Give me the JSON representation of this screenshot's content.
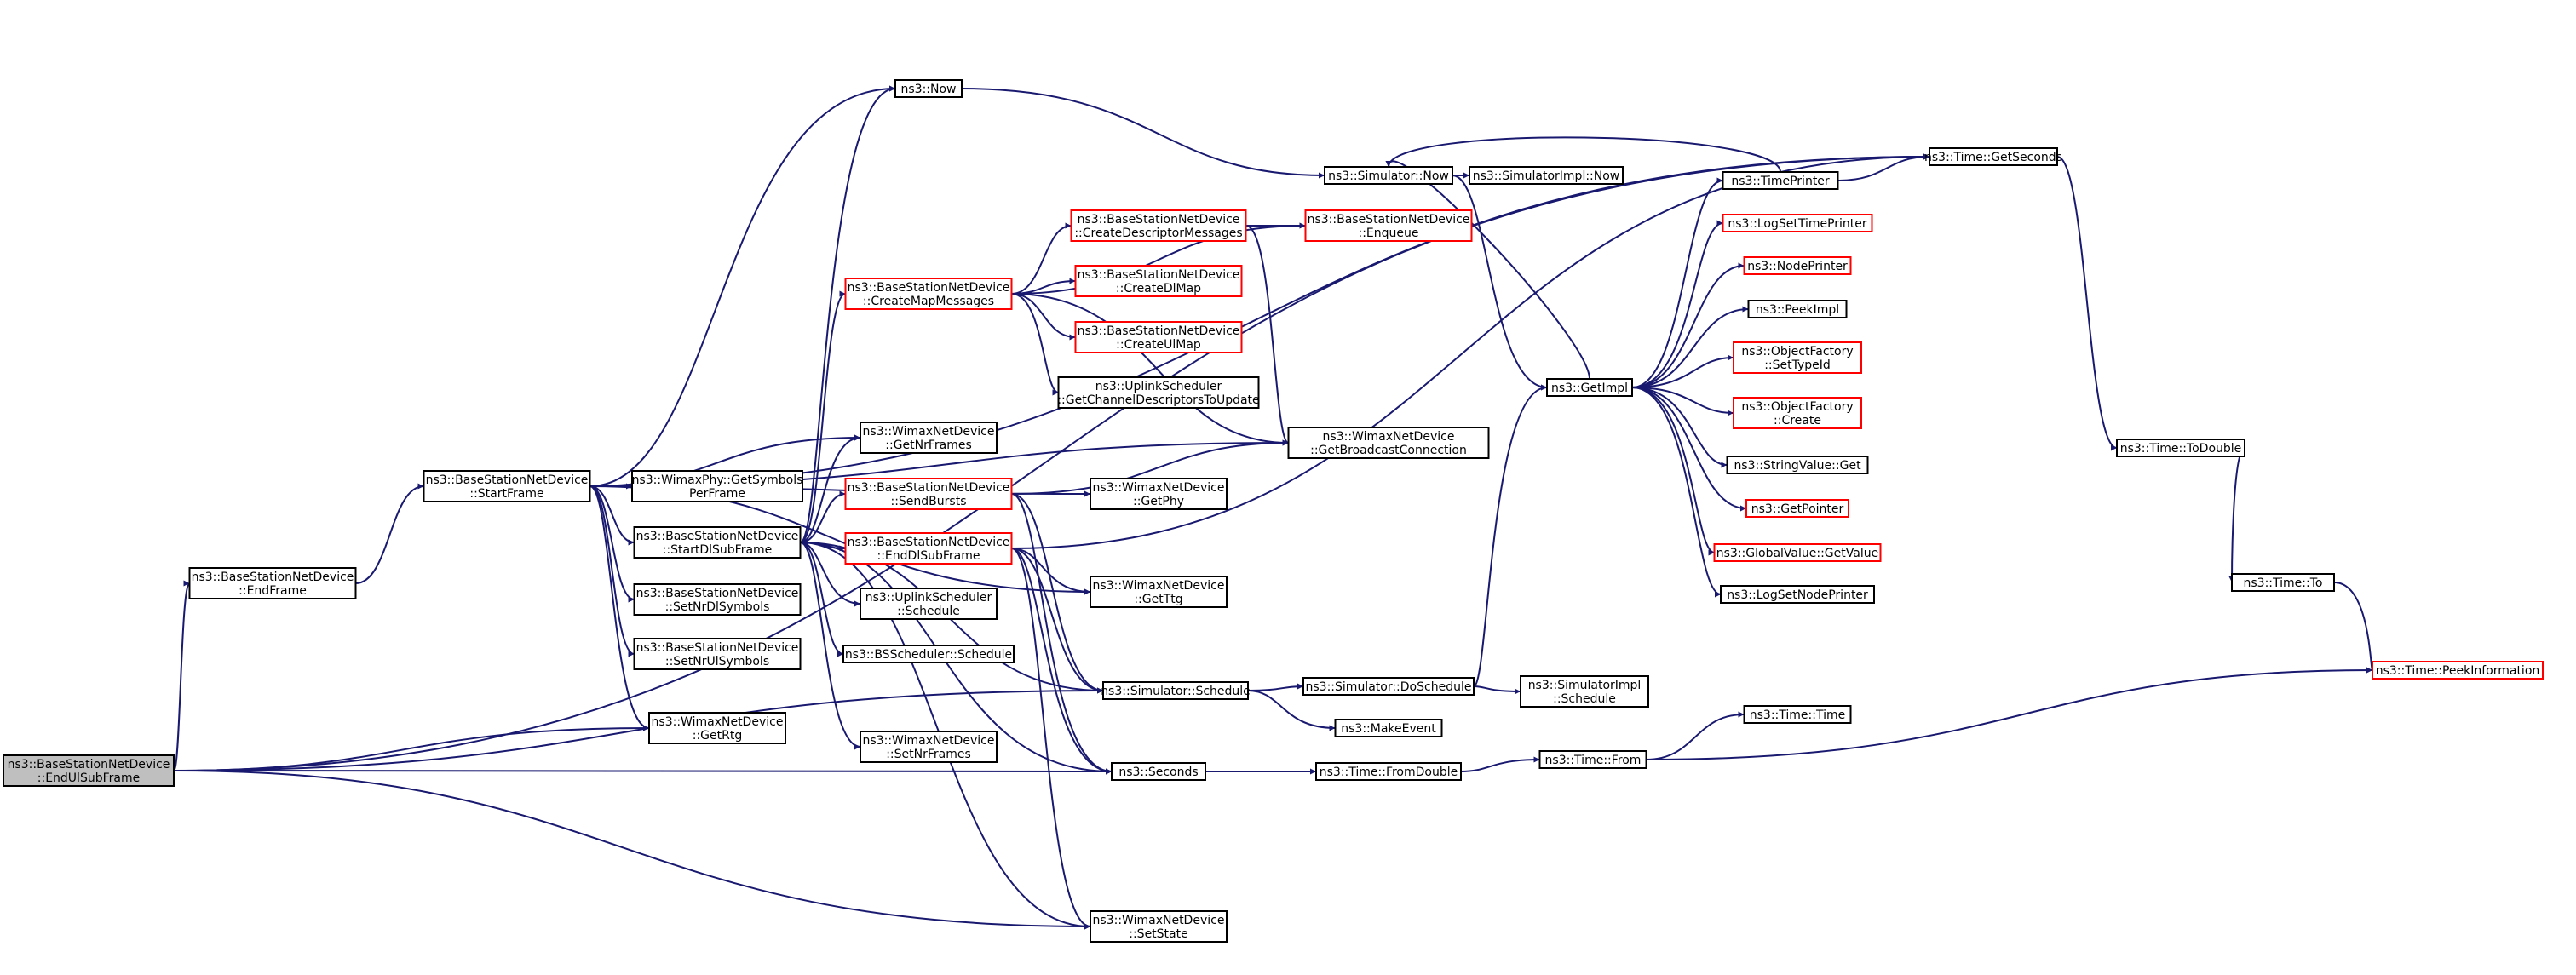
{
  "colors": {
    "edge": "#191970",
    "border_normal": "#000000",
    "border_truncated": "#ff0000",
    "fill_normal": "#ffffff",
    "fill_root": "#bfbfbf"
  },
  "nodes": [
    {
      "id": "endul",
      "lines": [
        "ns3::BaseStationNetDevice",
        "::EndUlSubFrame"
      ],
      "style": "root"
    },
    {
      "id": "endframe",
      "lines": [
        "ns3::BaseStationNetDevice",
        "::EndFrame"
      ],
      "style": "normal"
    },
    {
      "id": "startframe",
      "lines": [
        "ns3::BaseStationNetDevice",
        "::StartFrame"
      ],
      "style": "normal"
    },
    {
      "id": "getsymbols",
      "lines": [
        "ns3::WimaxPhy::GetSymbols",
        "PerFrame"
      ],
      "style": "normal"
    },
    {
      "id": "startdl",
      "lines": [
        "ns3::BaseStationNetDevice",
        "::StartDlSubFrame"
      ],
      "style": "normal"
    },
    {
      "id": "setnrdl",
      "lines": [
        "ns3::BaseStationNetDevice",
        "::SetNrDlSymbols"
      ],
      "style": "normal"
    },
    {
      "id": "setnrul",
      "lines": [
        "ns3::BaseStationNetDevice",
        "::SetNrUlSymbols"
      ],
      "style": "normal"
    },
    {
      "id": "getrtg",
      "lines": [
        "ns3::WimaxNetDevice",
        "::GetRtg"
      ],
      "style": "normal"
    },
    {
      "id": "now",
      "lines": [
        "ns3::Now"
      ],
      "style": "normal"
    },
    {
      "id": "createmap",
      "lines": [
        "ns3::BaseStationNetDevice",
        "::CreateMapMessages"
      ],
      "style": "truncated"
    },
    {
      "id": "getnrframes",
      "lines": [
        "ns3::WimaxNetDevice",
        "::GetNrFrames"
      ],
      "style": "normal"
    },
    {
      "id": "sendbursts",
      "lines": [
        "ns3::BaseStationNetDevice",
        "::SendBursts"
      ],
      "style": "truncated"
    },
    {
      "id": "enddl",
      "lines": [
        "ns3::BaseStationNetDevice",
        "::EndDlSubFrame"
      ],
      "style": "truncated"
    },
    {
      "id": "ulschedule",
      "lines": [
        "ns3::UplinkScheduler",
        "::Schedule"
      ],
      "style": "normal"
    },
    {
      "id": "bsschedule",
      "lines": [
        "ns3::BSScheduler::Schedule"
      ],
      "style": "normal"
    },
    {
      "id": "setnrframes",
      "lines": [
        "ns3::WimaxNetDevice",
        "::SetNrFrames"
      ],
      "style": "normal"
    },
    {
      "id": "createdesc",
      "lines": [
        "ns3::BaseStationNetDevice",
        "::CreateDescriptorMessages"
      ],
      "style": "truncated"
    },
    {
      "id": "createdl",
      "lines": [
        "ns3::BaseStationNetDevice",
        "::CreateDlMap"
      ],
      "style": "truncated"
    },
    {
      "id": "createul",
      "lines": [
        "ns3::BaseStationNetDevice",
        "::CreateUlMap"
      ],
      "style": "truncated"
    },
    {
      "id": "getchdesc",
      "lines": [
        "ns3::UplinkScheduler",
        "::GetChannelDescriptorsToUpdate"
      ],
      "style": "normal"
    },
    {
      "id": "getphy",
      "lines": [
        "ns3::WimaxNetDevice",
        "::GetPhy"
      ],
      "style": "normal"
    },
    {
      "id": "getttg",
      "lines": [
        "ns3::WimaxNetDevice",
        "::GetTtg"
      ],
      "style": "normal"
    },
    {
      "id": "simschedule",
      "lines": [
        "ns3::Simulator::Schedule"
      ],
      "style": "normal"
    },
    {
      "id": "seconds",
      "lines": [
        "ns3::Seconds"
      ],
      "style": "normal"
    },
    {
      "id": "setstate",
      "lines": [
        "ns3::WimaxNetDevice",
        "::SetState"
      ],
      "style": "normal"
    },
    {
      "id": "simnow",
      "lines": [
        "ns3::Simulator::Now"
      ],
      "style": "normal"
    },
    {
      "id": "enqueue",
      "lines": [
        "ns3::BaseStationNetDevice",
        "::Enqueue"
      ],
      "style": "truncated"
    },
    {
      "id": "getbcast",
      "lines": [
        "ns3::WimaxNetDevice",
        "::GetBroadcastConnection"
      ],
      "style": "normal"
    },
    {
      "id": "doschedule",
      "lines": [
        "ns3::Simulator::DoSchedule"
      ],
      "style": "normal"
    },
    {
      "id": "makeevent",
      "lines": [
        "ns3::MakeEvent"
      ],
      "style": "normal"
    },
    {
      "id": "fromdouble",
      "lines": [
        "ns3::Time::FromDouble"
      ],
      "style": "normal"
    },
    {
      "id": "simimplnow",
      "lines": [
        "ns3::SimulatorImpl::Now"
      ],
      "style": "normal"
    },
    {
      "id": "simimplsched",
      "lines": [
        "ns3::SimulatorImpl",
        "::Schedule"
      ],
      "style": "normal"
    },
    {
      "id": "getimpl",
      "lines": [
        "ns3::GetImpl"
      ],
      "style": "normal"
    },
    {
      "id": "timeprinter",
      "lines": [
        "ns3::TimePrinter"
      ],
      "style": "normal"
    },
    {
      "id": "logsettime",
      "lines": [
        "ns3::LogSetTimePrinter"
      ],
      "style": "truncated"
    },
    {
      "id": "nodeprinter",
      "lines": [
        "ns3::NodePrinter"
      ],
      "style": "truncated"
    },
    {
      "id": "peekimpl",
      "lines": [
        "ns3::PeekImpl"
      ],
      "style": "normal"
    },
    {
      "id": "ofsettypeid",
      "lines": [
        "ns3::ObjectFactory",
        "::SetTypeId"
      ],
      "style": "truncated"
    },
    {
      "id": "ofcreate",
      "lines": [
        "ns3::ObjectFactory",
        "::Create"
      ],
      "style": "truncated"
    },
    {
      "id": "stringget",
      "lines": [
        "ns3::StringValue::Get"
      ],
      "style": "normal"
    },
    {
      "id": "getpointer",
      "lines": [
        "ns3::GetPointer"
      ],
      "style": "truncated"
    },
    {
      "id": "globalget",
      "lines": [
        "ns3::GlobalValue::GetValue"
      ],
      "style": "truncated"
    },
    {
      "id": "logsetnode",
      "lines": [
        "ns3::LogSetNodePrinter"
      ],
      "style": "normal"
    },
    {
      "id": "timefrom",
      "lines": [
        "ns3::Time::From"
      ],
      "style": "normal"
    },
    {
      "id": "timetime",
      "lines": [
        "ns3::Time::Time"
      ],
      "style": "normal"
    },
    {
      "id": "getseconds",
      "lines": [
        "ns3::Time::GetSeconds"
      ],
      "style": "normal"
    },
    {
      "id": "todouble",
      "lines": [
        "ns3::Time::ToDouble"
      ],
      "style": "normal"
    },
    {
      "id": "timeto",
      "lines": [
        "ns3::Time::To"
      ],
      "style": "normal"
    },
    {
      "id": "peekinfo",
      "lines": [
        "ns3::Time::PeekInformation"
      ],
      "style": "truncated"
    }
  ],
  "edges": [
    [
      "endul",
      "endframe"
    ],
    [
      "endul",
      "getrtg"
    ],
    [
      "endul",
      "simschedule"
    ],
    [
      "endul",
      "seconds"
    ],
    [
      "endul",
      "setstate"
    ],
    [
      "endul",
      "getseconds"
    ],
    [
      "endframe",
      "startframe"
    ],
    [
      "startframe",
      "getsymbols"
    ],
    [
      "startframe",
      "startdl"
    ],
    [
      "startframe",
      "setnrdl"
    ],
    [
      "startframe",
      "setnrul"
    ],
    [
      "startframe",
      "getrtg"
    ],
    [
      "startframe",
      "now"
    ],
    [
      "startframe",
      "getnrframes"
    ],
    [
      "startframe",
      "getphy"
    ],
    [
      "startframe",
      "getttg"
    ],
    [
      "startframe",
      "getbcast"
    ],
    [
      "startframe",
      "getseconds"
    ],
    [
      "startdl",
      "now"
    ],
    [
      "startdl",
      "createmap"
    ],
    [
      "startdl",
      "getnrframes"
    ],
    [
      "startdl",
      "sendbursts"
    ],
    [
      "startdl",
      "enddl"
    ],
    [
      "startdl",
      "ulschedule"
    ],
    [
      "startdl",
      "bsschedule"
    ],
    [
      "startdl",
      "setnrframes"
    ],
    [
      "startdl",
      "simschedule"
    ],
    [
      "startdl",
      "seconds"
    ],
    [
      "startdl",
      "setstate"
    ],
    [
      "createmap",
      "createdesc"
    ],
    [
      "createmap",
      "createdl"
    ],
    [
      "createmap",
      "createul"
    ],
    [
      "createmap",
      "getchdesc"
    ],
    [
      "createmap",
      "enqueue"
    ],
    [
      "createmap",
      "getbcast"
    ],
    [
      "createdesc",
      "enqueue"
    ],
    [
      "createdesc",
      "getbcast"
    ],
    [
      "sendbursts",
      "getbcast"
    ],
    [
      "sendbursts",
      "simschedule"
    ],
    [
      "sendbursts",
      "seconds"
    ],
    [
      "enddl",
      "getttg"
    ],
    [
      "enddl",
      "simschedule"
    ],
    [
      "enddl",
      "seconds"
    ],
    [
      "enddl",
      "setstate"
    ],
    [
      "enddl",
      "getseconds"
    ],
    [
      "now",
      "simnow"
    ],
    [
      "simnow",
      "simimplnow"
    ],
    [
      "simnow",
      "getimpl"
    ],
    [
      "simschedule",
      "doschedule"
    ],
    [
      "simschedule",
      "makeevent"
    ],
    [
      "doschedule",
      "getimpl"
    ],
    [
      "doschedule",
      "simimplsched"
    ],
    [
      "seconds",
      "fromdouble"
    ],
    [
      "fromdouble",
      "timefrom"
    ],
    [
      "timefrom",
      "timetime"
    ],
    [
      "timefrom",
      "peekinfo"
    ],
    [
      "getimpl",
      "simnow"
    ],
    [
      "getimpl",
      "timeprinter"
    ],
    [
      "getimpl",
      "logsettime"
    ],
    [
      "getimpl",
      "nodeprinter"
    ],
    [
      "getimpl",
      "peekimpl"
    ],
    [
      "getimpl",
      "ofsettypeid"
    ],
    [
      "getimpl",
      "ofcreate"
    ],
    [
      "getimpl",
      "stringget"
    ],
    [
      "getimpl",
      "getpointer"
    ],
    [
      "getimpl",
      "globalget"
    ],
    [
      "getimpl",
      "logsetnode"
    ],
    [
      "timeprinter",
      "getseconds"
    ],
    [
      "timeprinter",
      "simnow"
    ],
    [
      "getseconds",
      "todouble"
    ],
    [
      "todouble",
      "timeto"
    ],
    [
      "timeto",
      "peekinfo"
    ]
  ]
}
